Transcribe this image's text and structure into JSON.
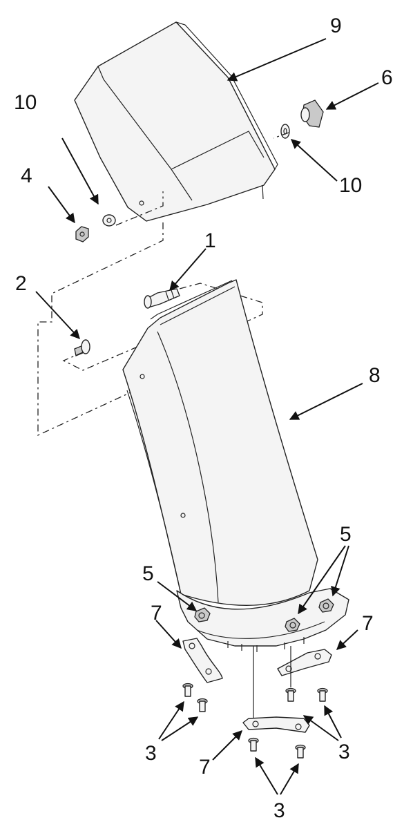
{
  "callouts": [
    {
      "id": "c9",
      "text": "9"
    },
    {
      "id": "c6",
      "text": "6"
    },
    {
      "id": "c10a",
      "text": "10"
    },
    {
      "id": "c10b",
      "text": "10"
    },
    {
      "id": "c4",
      "text": "4"
    },
    {
      "id": "c1",
      "text": "1"
    },
    {
      "id": "c2",
      "text": "2"
    },
    {
      "id": "c8",
      "text": "8"
    },
    {
      "id": "c5a",
      "text": "5"
    },
    {
      "id": "c5b",
      "text": "5"
    },
    {
      "id": "c7a",
      "text": "7"
    },
    {
      "id": "c7b",
      "text": "7"
    },
    {
      "id": "c7c",
      "text": "7"
    },
    {
      "id": "c3a",
      "text": "3"
    },
    {
      "id": "c3b",
      "text": "3"
    },
    {
      "id": "c3c",
      "text": "3"
    }
  ]
}
